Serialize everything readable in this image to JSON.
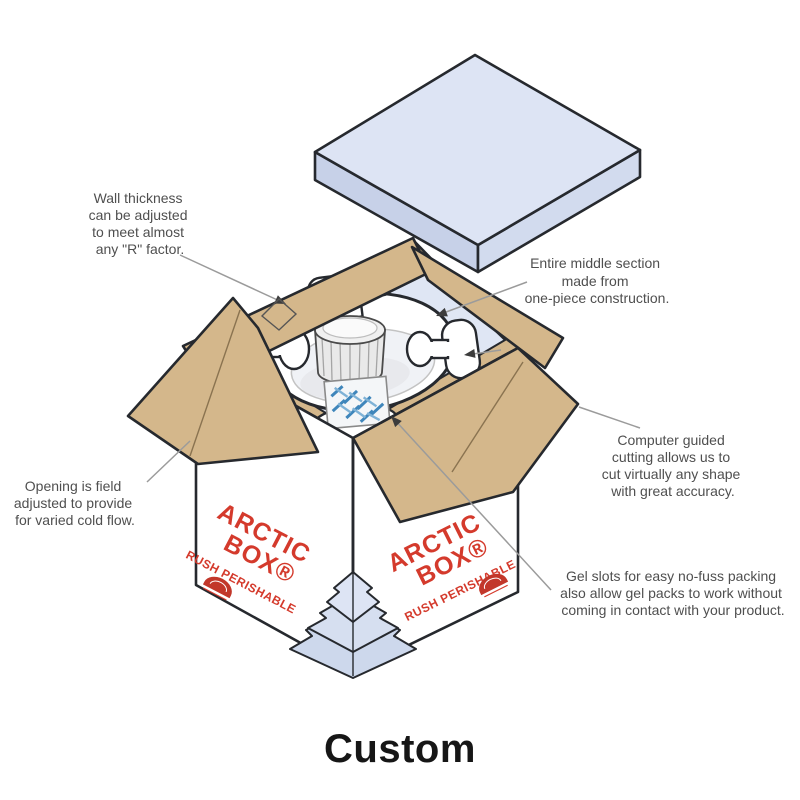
{
  "caption": "Custom",
  "branding": {
    "line1": "ARCTIC",
    "line2": "BOX®",
    "tagline": "RUSH PERISHABLE"
  },
  "annotations": {
    "wall_thickness": {
      "lines": [
        "Wall thickness",
        "can be adjusted",
        "to meet almost",
        "any \"R\" factor."
      ]
    },
    "middle_section": {
      "lines": [
        "Entire middle section",
        "made from",
        "one-piece construction."
      ]
    },
    "computer_cutting": {
      "lines": [
        "Computer guided",
        "cutting allows us to",
        "cut virtually any shape",
        "with great accuracy."
      ]
    },
    "opening": {
      "lines": [
        "Opening is field",
        "adjusted to provide",
        "for varied cold flow."
      ]
    },
    "gel_slots": {
      "lines": [
        "Gel slots for easy no-fuss packing",
        "also allow gel packs to work without",
        "coming in contact with your product."
      ]
    }
  },
  "colors": {
    "cardboard": "#d4b78b",
    "foam": "#dfe6f4",
    "foam_side": "#c9d3e9",
    "brand_red": "#d43a2c",
    "leader_gray": "#9b9b9b",
    "annotation_text": "#4f4f4f"
  }
}
